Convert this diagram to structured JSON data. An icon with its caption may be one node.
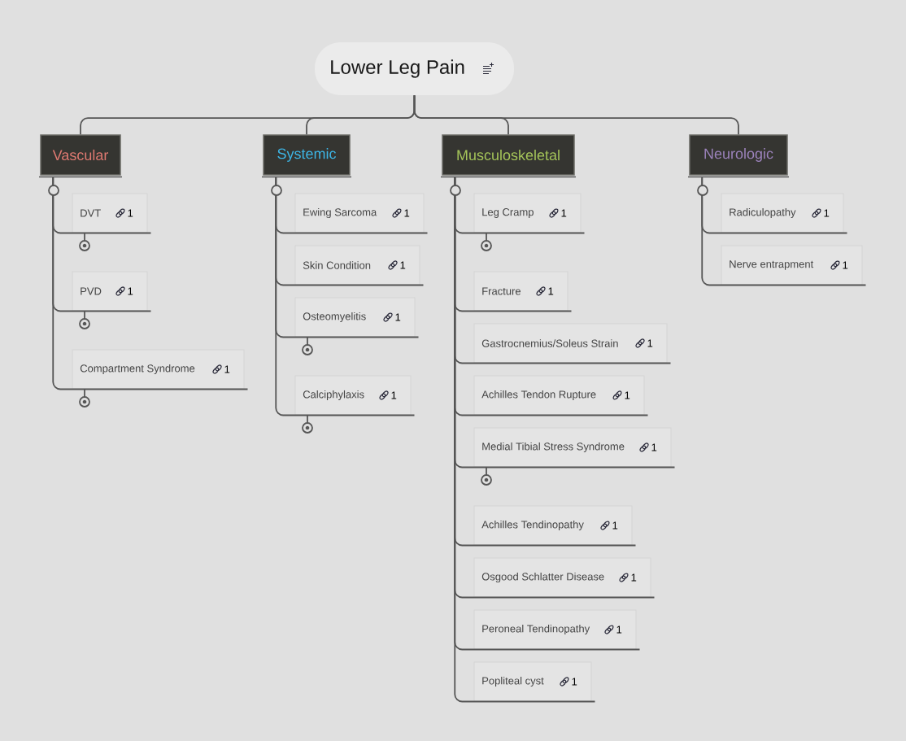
{
  "diagram": {
    "nodes": [
      {
        "text": [
          "Lower Leg Pain"
        ]
      },
      {
        "text": [
          "Vascular"
        ]
      },
      {
        "text": [
          "DVT",
          "1"
        ]
      },
      {
        "text": [
          "PVD",
          "1"
        ]
      },
      {
        "text": [
          "Compartment Syndrome",
          "1"
        ]
      },
      {
        "text": [
          "Systemic"
        ]
      },
      {
        "text": [
          "Ewing Sarcoma",
          "1"
        ]
      },
      {
        "text": [
          "Skin Condition",
          "1"
        ]
      },
      {
        "text": [
          "Osteomyelitis",
          "1"
        ]
      },
      {
        "text": [
          "Calciphylaxis",
          "1"
        ]
      },
      {
        "text": [
          "Musculoskeletal"
        ]
      },
      {
        "text": [
          "Leg Cramp",
          "1"
        ]
      },
      {
        "text": [
          "Fracture",
          "1"
        ]
      },
      {
        "text": [
          "Gastrocnemius/Soleus Strain",
          "1"
        ]
      },
      {
        "text": [
          "Achilles Tendon Rupture",
          "1"
        ]
      },
      {
        "text": [
          "Medial Tibial Stress Syndrome",
          "1"
        ]
      },
      {
        "text": [
          "Achilles Tendinopathy",
          "1"
        ]
      },
      {
        "text": [
          "Osgood Schlatter Disease",
          "1"
        ]
      },
      {
        "text": [
          "Peroneal Tendinopathy",
          "1"
        ]
      },
      {
        "text": [
          "Popliteal cyst",
          "1"
        ]
      },
      {
        "text": [
          "Neurologic"
        ]
      },
      {
        "text": [
          "Radiculopathy",
          "1"
        ]
      },
      {
        "text": [
          "Nerve entrapment",
          "1"
        ]
      }
    ],
    "edges": [
      {
        "from": 0,
        "to": 1,
        "arrow": "none"
      },
      {
        "from": 0,
        "to": 5,
        "arrow": "none"
      },
      {
        "from": 0,
        "to": 10,
        "arrow": "none"
      },
      {
        "from": 0,
        "to": 20,
        "arrow": "none"
      },
      {
        "from": 1,
        "to": 2,
        "arrow": "none"
      },
      {
        "from": 1,
        "to": 3,
        "arrow": "none"
      },
      {
        "from": 1,
        "to": 4,
        "arrow": "none"
      },
      {
        "from": 5,
        "to": 6,
        "arrow": "none"
      },
      {
        "from": 5,
        "to": 7,
        "arrow": "none"
      },
      {
        "from": 5,
        "to": 8,
        "arrow": "none"
      },
      {
        "from": 5,
        "to": 9,
        "arrow": "none"
      },
      {
        "from": 10,
        "to": 11,
        "arrow": "none"
      },
      {
        "from": 10,
        "to": 12,
        "arrow": "none"
      },
      {
        "from": 10,
        "to": 13,
        "arrow": "none"
      },
      {
        "from": 10,
        "to": 14,
        "arrow": "none"
      },
      {
        "from": 10,
        "to": 15,
        "arrow": "none"
      },
      {
        "from": 10,
        "to": 16,
        "arrow": "none"
      },
      {
        "from": 10,
        "to": 17,
        "arrow": "none"
      },
      {
        "from": 10,
        "to": 18,
        "arrow": "none"
      },
      {
        "from": 10,
        "to": 19,
        "arrow": "none"
      },
      {
        "from": 20,
        "to": 21,
        "arrow": "none"
      },
      {
        "from": 20,
        "to": 22,
        "arrow": "none"
      }
    ]
  }
}
